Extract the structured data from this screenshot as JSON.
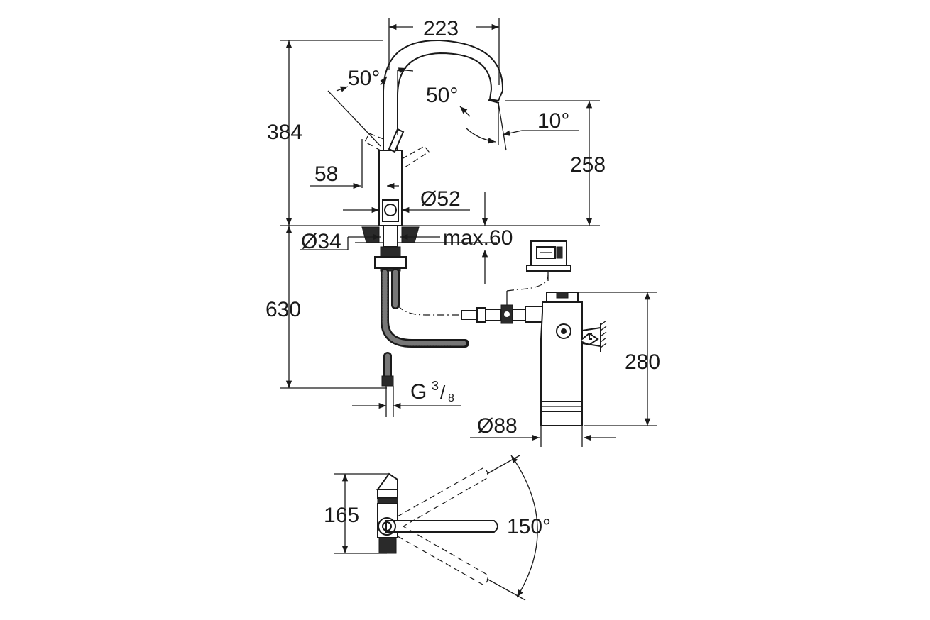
{
  "dimensions": {
    "width_223": "223",
    "height_384": "384",
    "angle_50_left": "50°",
    "angle_50_right": "50°",
    "angle_10": "10°",
    "height_258": "258",
    "dim_58": "58",
    "diameter_52": "Ø52",
    "diameter_34": "Ø34",
    "max_60": "max.60",
    "depth_630": "630",
    "thread_g": "G",
    "thread_num": "3",
    "thread_den": "8",
    "height_280": "280",
    "diameter_88": "Ø88",
    "dim_165": "165",
    "angle_150": "150°"
  }
}
